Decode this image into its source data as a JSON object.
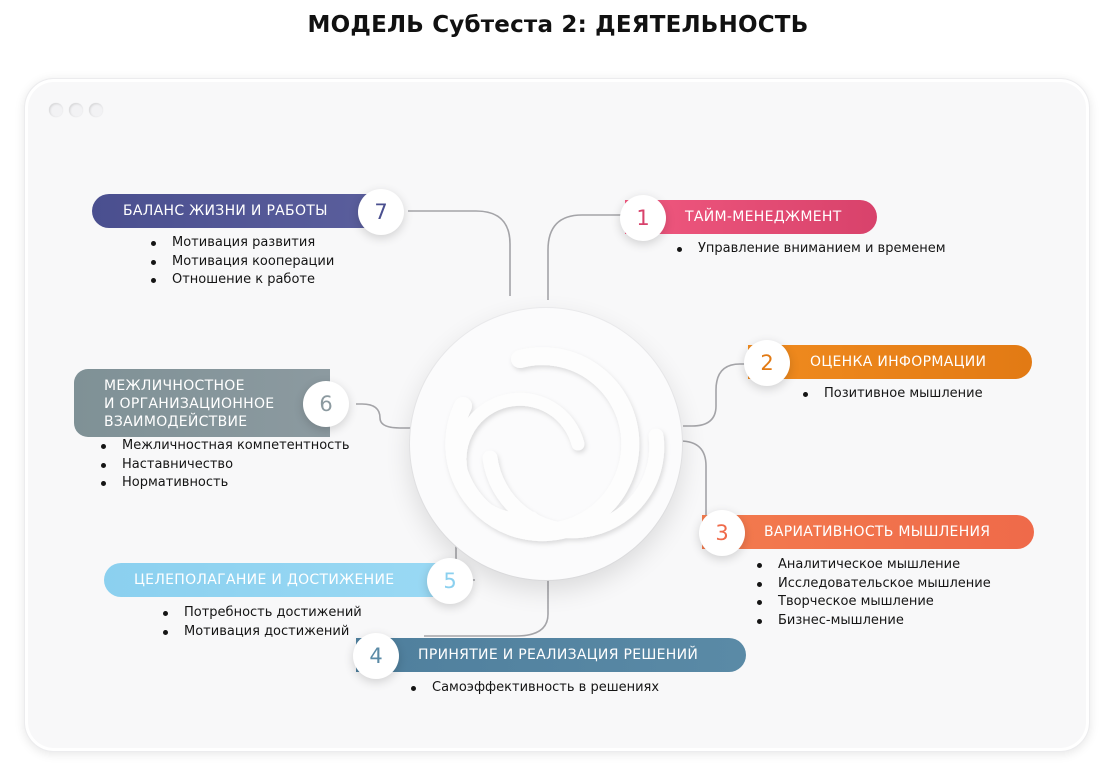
{
  "title": "МОДЕЛЬ Субтеста 2: ДЕЯТЕЛЬНОСТЬ",
  "colors": {
    "m1": "#d8426b",
    "m2": "#e27a14",
    "m3": "#ef6a4a",
    "m4": "#5a8aa6",
    "m5": "#8bd0ef",
    "m6": "#8c9aa0",
    "m7": "#4a4f8f"
  },
  "modules": {
    "m1": {
      "number": "1",
      "label": "ТАЙМ-МЕНЕДЖМЕНТ",
      "items": [
        "Управление вниманием и временем"
      ]
    },
    "m2": {
      "number": "2",
      "label": "ОЦЕНКА ИНФОРМАЦИИ",
      "items": [
        "Позитивное мышление"
      ]
    },
    "m3": {
      "number": "3",
      "label": "ВАРИАТИВНОСТЬ МЫШЛЕНИЯ",
      "items": [
        "Аналитическое мышление",
        "Исследовательское мышление",
        "Творческое мышление",
        "Бизнес-мышление"
      ]
    },
    "m4": {
      "number": "4",
      "label": "ПРИНЯТИЕ И РЕАЛИЗАЦИЯ РЕШЕНИЙ",
      "items": [
        "Самоэффективность в решениях"
      ]
    },
    "m5": {
      "number": "5",
      "label": "ЦЕЛЕПОЛАГАНИЕ И ДОСТИЖЕНИЕ",
      "items": [
        "Потребность достижений",
        "Мотивация достижений"
      ]
    },
    "m6": {
      "number": "6",
      "label_lines": [
        "МЕЖЛИЧНОСТНОЕ",
        "И ОРГАНИЗАЦИОННОЕ",
        "ВЗАИМОДЕЙСТВИЕ"
      ],
      "items": [
        "Межличностная компетентность",
        "Наставничество",
        "Нормативность"
      ]
    },
    "m7": {
      "number": "7",
      "label": "БАЛАНС ЖИЗНИ И РАБОТЫ",
      "items": [
        "Мотивация развития",
        "Мотивация кооперации",
        "Отношение к работе"
      ]
    }
  }
}
